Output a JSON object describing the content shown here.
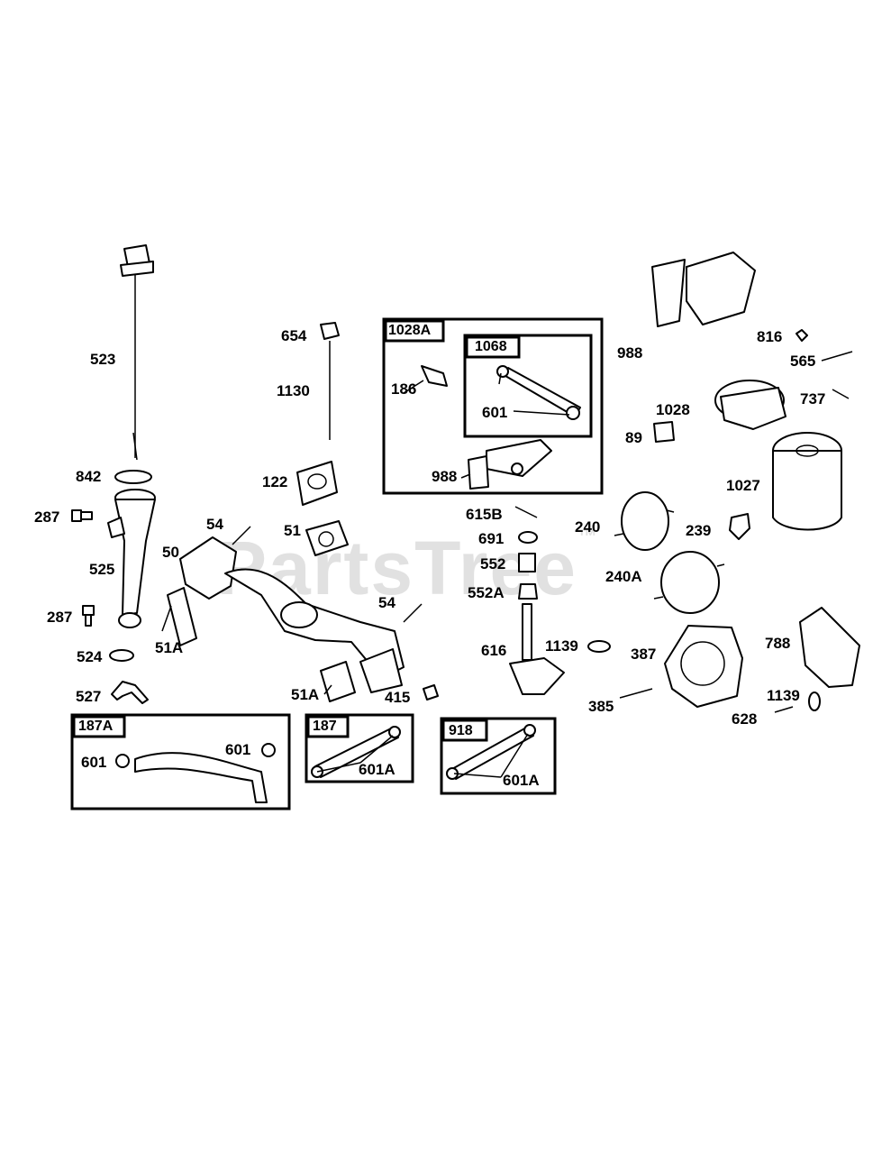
{
  "watermark": {
    "text": "PartsTree",
    "mark": "™"
  },
  "callouts": {
    "c523": "523",
    "c842": "842",
    "c287a": "287",
    "c525": "525",
    "c287b": "287",
    "c524": "524",
    "c527": "527",
    "c654": "654",
    "c1130": "1130",
    "c122": "122",
    "c51": "51",
    "c54a": "54",
    "c50": "50",
    "c51Aa": "51A",
    "c54b": "54",
    "c51Ab": "51A",
    "c415": "415",
    "c186": "186",
    "c601a": "601",
    "c988a": "988",
    "c615B": "615B",
    "c691": "691",
    "c552": "552",
    "c552A": "552A",
    "c616": "616",
    "c1139a": "1139",
    "c988b": "988",
    "c816": "816",
    "c565": "565",
    "c737": "737",
    "c1028": "1028",
    "c89": "89",
    "c1027": "1027",
    "c240": "240",
    "c239": "239",
    "c240A": "240A",
    "c387": "387",
    "c788": "788",
    "c385": "385",
    "c628": "628",
    "c1139b": "1139",
    "c601b": "601",
    "c601c": "601",
    "c601Aa": "601A",
    "c601Ab": "601A"
  },
  "kits": {
    "k1028A": "1028A",
    "k1068": "1068",
    "k187A": "187A",
    "k187": "187",
    "k918": "918"
  }
}
